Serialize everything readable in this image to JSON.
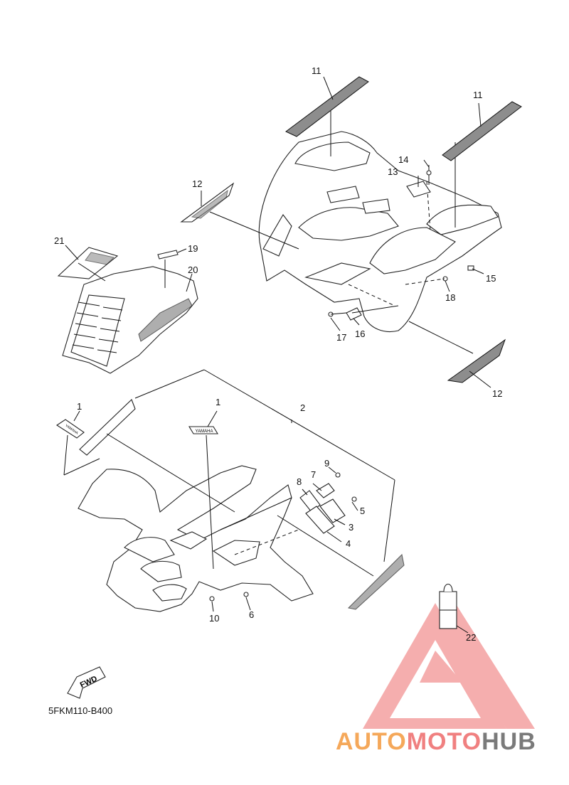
{
  "diagram": {
    "callouts": [
      {
        "id": "c11a",
        "text": "11"
      },
      {
        "id": "c11b",
        "text": "11"
      },
      {
        "id": "c12a",
        "text": "12"
      },
      {
        "id": "c12b",
        "text": "12"
      },
      {
        "id": "c13",
        "text": "13"
      },
      {
        "id": "c14",
        "text": "14"
      },
      {
        "id": "c15",
        "text": "15"
      },
      {
        "id": "c16",
        "text": "16"
      },
      {
        "id": "c17",
        "text": "17"
      },
      {
        "id": "c18",
        "text": "18"
      },
      {
        "id": "c19",
        "text": "19"
      },
      {
        "id": "c20",
        "text": "20"
      },
      {
        "id": "c21",
        "text": "21"
      },
      {
        "id": "c1a",
        "text": "1"
      },
      {
        "id": "c1b",
        "text": "1"
      },
      {
        "id": "c2",
        "text": "2"
      },
      {
        "id": "c3",
        "text": "3"
      },
      {
        "id": "c4",
        "text": "4"
      },
      {
        "id": "c5",
        "text": "5"
      },
      {
        "id": "c6",
        "text": "6"
      },
      {
        "id": "c7",
        "text": "7"
      },
      {
        "id": "c8",
        "text": "8"
      },
      {
        "id": "c9",
        "text": "9"
      },
      {
        "id": "c10",
        "text": "10"
      },
      {
        "id": "c22",
        "text": "22"
      }
    ],
    "fwd_label": "FWD",
    "drawing_code": "5FKM110-B400",
    "emblem_text": "YAMAHA"
  },
  "watermark": {
    "part1": "AUTO",
    "part2": "MOTO",
    "part3": "HUB",
    "colors": {
      "auto": "#f5a85a",
      "moto": "#f08080",
      "hub": "#7a7a7a",
      "logo": "#f08080"
    }
  }
}
